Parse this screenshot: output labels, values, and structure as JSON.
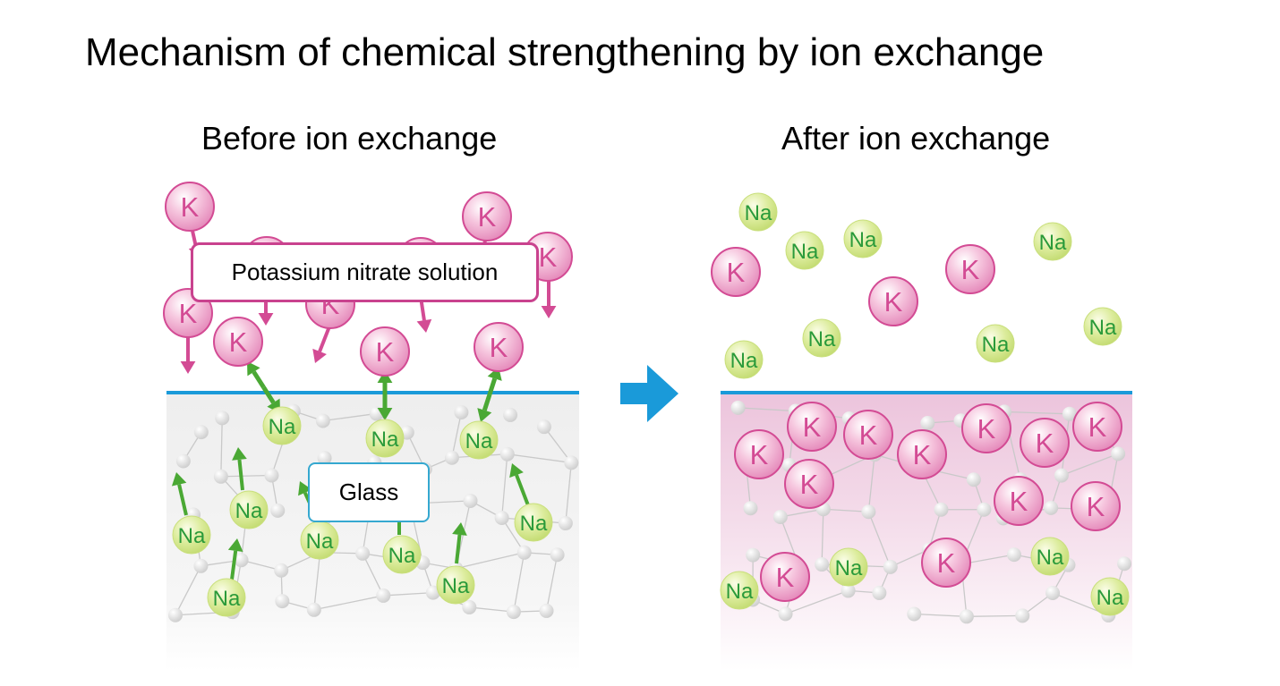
{
  "title": "Mechanism of chemical strengthening by ion exchange",
  "before": {
    "heading": "Before ion exchange",
    "solution_label": "Potassium nitrate solution",
    "glass_label": "Glass"
  },
  "after": {
    "heading": "After ion exchange"
  },
  "ions": {
    "potassium": "K",
    "sodium": "Na"
  },
  "colors": {
    "potassium_ion": "#d34b94",
    "potassium_arrow": "#d34b94",
    "sodium_ion": "#c6e07a",
    "sodium_text": "#2a9a3a",
    "sodium_arrow": "#4aa834",
    "surface_line": "#1a9ad9",
    "process_arrow": "#1a9ad9",
    "callout_solution_border": "#c9428e",
    "callout_glass_border": "#35a8d0"
  }
}
